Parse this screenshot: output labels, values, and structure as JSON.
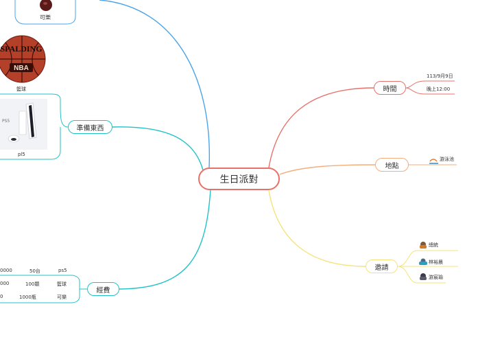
{
  "root": {
    "label": "生日派對"
  },
  "branches": {
    "time": {
      "label": "時間",
      "date": "113/9月9日",
      "clock": "晚上12:00",
      "color": "#e8706a"
    },
    "place": {
      "label": "地點",
      "item": "游泳池",
      "color": "#f5ad7b"
    },
    "invite": {
      "label": "邀請",
      "people": [
        "總統",
        "林裕晨",
        "游宸瑜"
      ],
      "color": "#f5e37a"
    },
    "prepare": {
      "label": "準備東西",
      "color": "#1fc3c7",
      "items": {
        "cola": "可樂",
        "basketball": "籃球",
        "ps5": "pl5"
      },
      "ball_text": {
        "brand": "SPALDING",
        "league": "NBA"
      }
    },
    "cost": {
      "label": "經費",
      "color": "#1fc3c7",
      "rows": [
        {
          "price": "0000",
          "qty": "50台",
          "item": "ps5"
        },
        {
          "price": "000",
          "qty": "100顆",
          "item": "籃球"
        },
        {
          "price": "0",
          "qty": "1000瓶",
          "item": "可樂"
        }
      ]
    }
  },
  "colors": {
    "root_border": "#e8706a",
    "top_link": "#4aa3e8"
  }
}
